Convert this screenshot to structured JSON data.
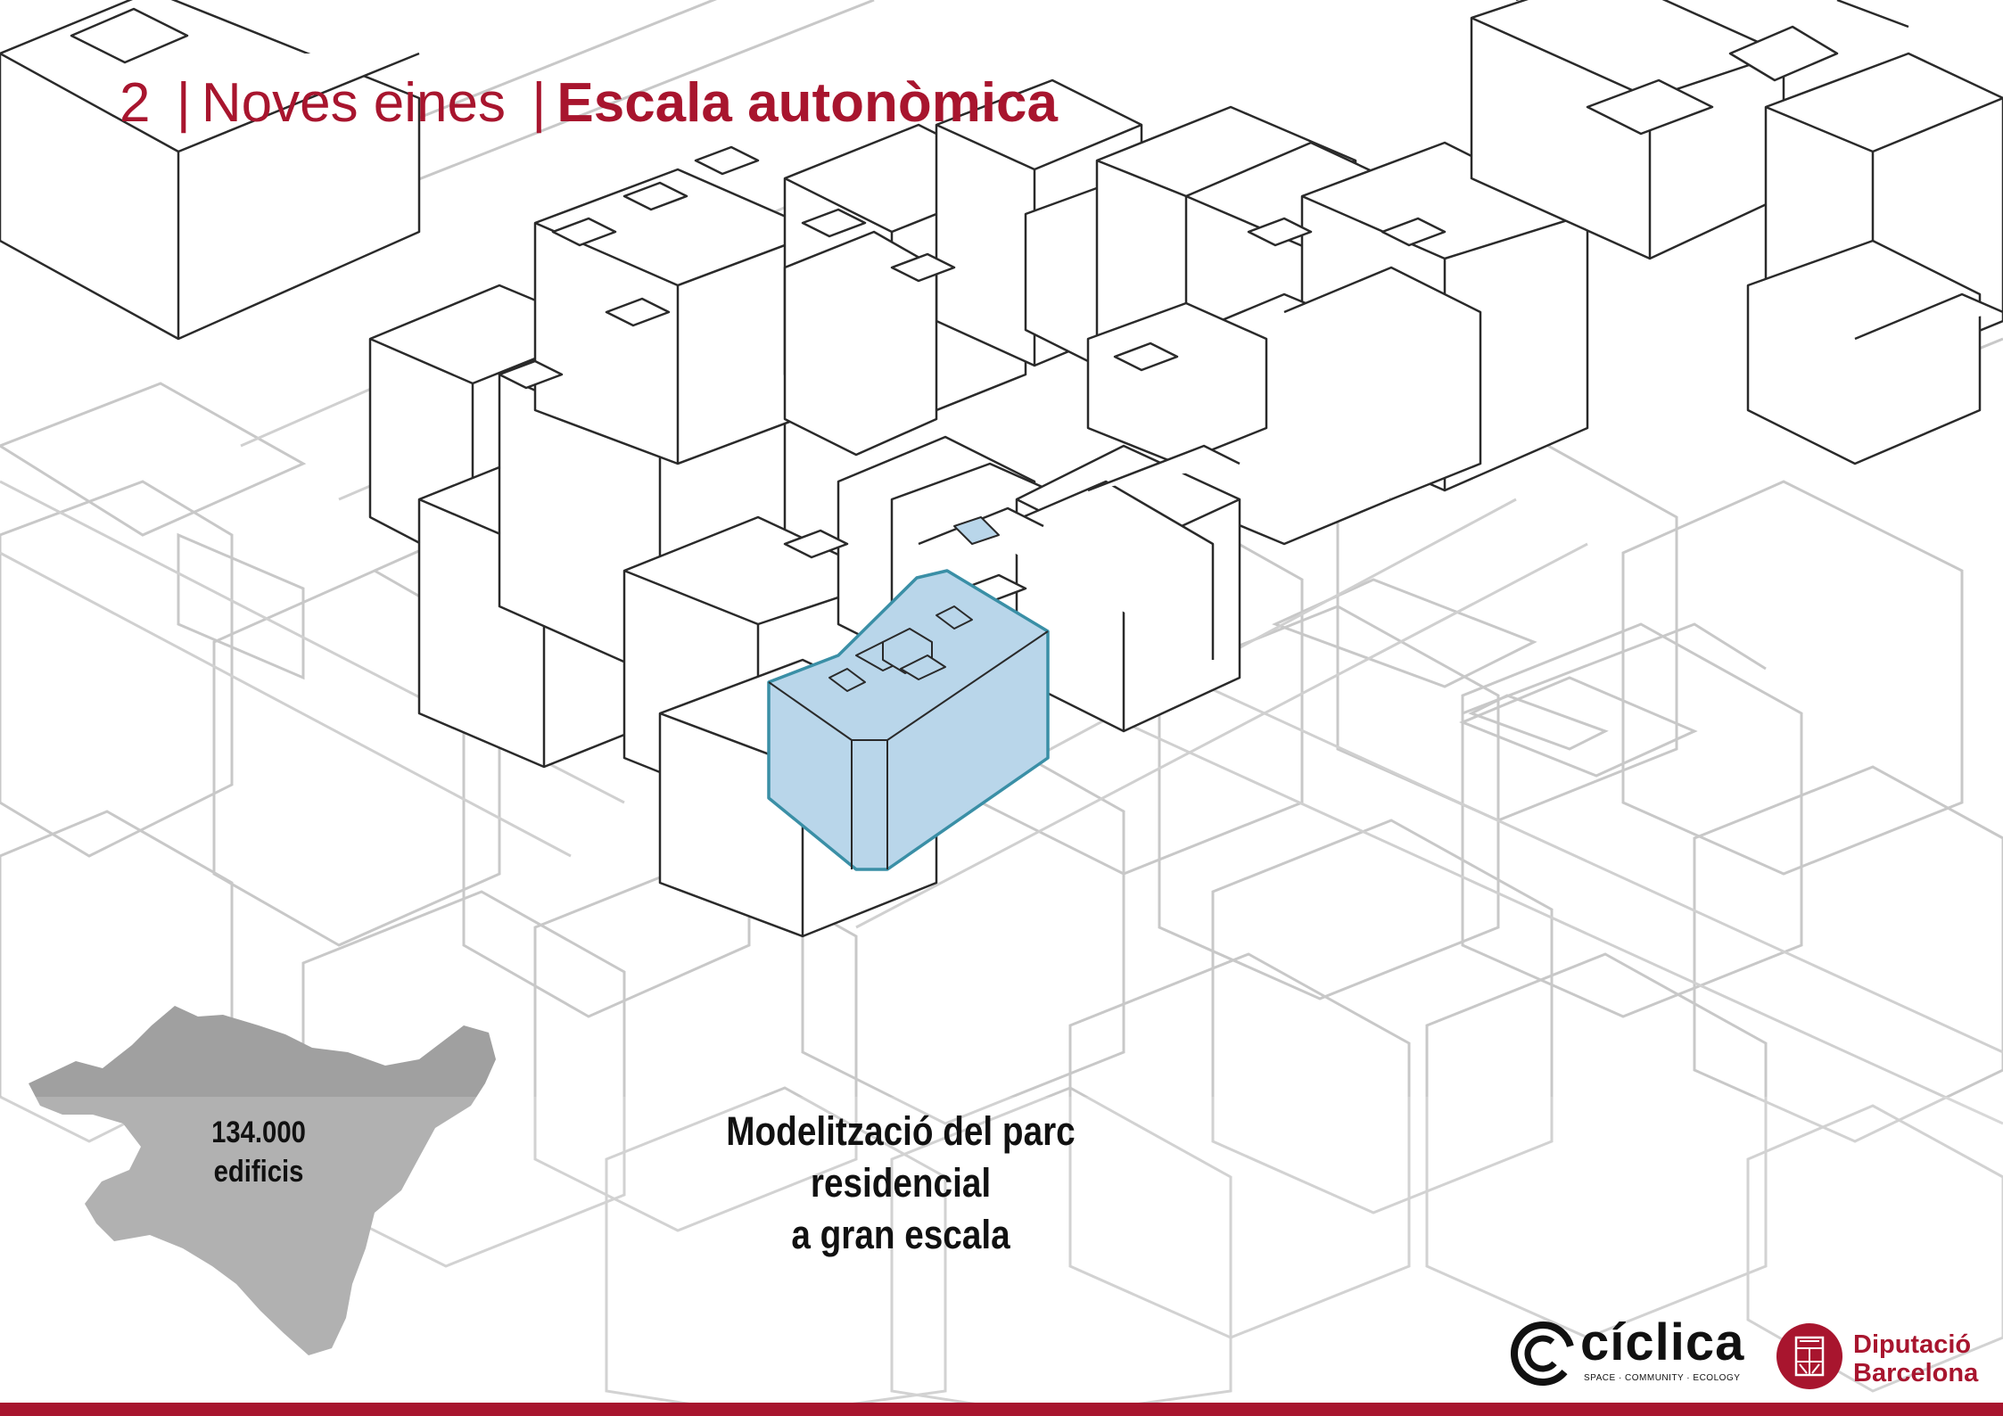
{
  "title": {
    "number": "2",
    "separator": "|",
    "part1": "Noves eines",
    "part2": "Escala autonòmica"
  },
  "caption": {
    "line1": "Modelització del parc residencial",
    "line2": "a gran escala"
  },
  "stat": {
    "value": "134.000",
    "unit": "edificis"
  },
  "logos": {
    "ciclica_name": "cíclica",
    "ciclica_tagline": "SPACE · COMMUNITY · ECOLOGY",
    "diputacio_line1": "Diputació",
    "diputacio_line2": "Barcelona"
  },
  "colors": {
    "accent": "#a8152e",
    "highlight_fill": "#b9d6ea",
    "highlight_stroke": "#3a8fa6",
    "region_fill": "#a0a0a0"
  }
}
